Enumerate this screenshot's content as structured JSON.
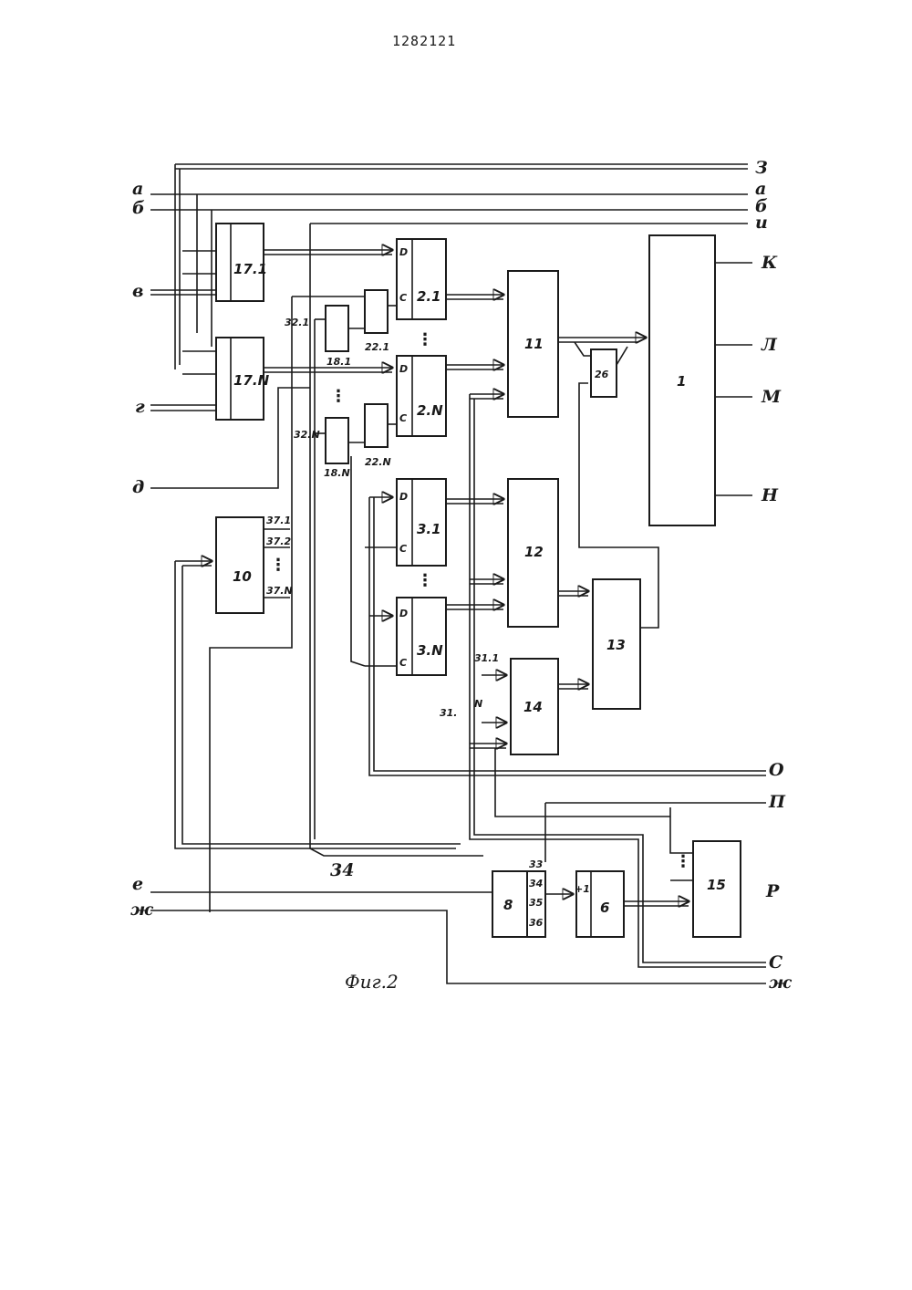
{
  "patent_number": "1282121",
  "caption": "Фиг.2",
  "ellipsis": "⋮",
  "terminals": {
    "z": "З",
    "a": "а",
    "b": "б",
    "v": "в",
    "g": "г",
    "d": "д",
    "e": "е",
    "zh": "ж",
    "i": "и",
    "k": "К",
    "l": "Л",
    "m": "М",
    "n": "Н",
    "o": "О",
    "p": "П",
    "r": "Р",
    "s": "С"
  },
  "blocks": {
    "b1": "1",
    "b6": "6",
    "b6_input": "+1",
    "b8": "8",
    "b10": "10",
    "b11": "11",
    "b12": "12",
    "b13": "13",
    "b14": "14",
    "b15": "15",
    "b26": "26",
    "b17_1": "17.1",
    "b17_n": "17.N",
    "b2_1": "2.1",
    "b2_n": "2.N",
    "b3_1": "3.1",
    "b3_n": "3.N",
    "b18_1": "18.1",
    "b18_n": "18.N",
    "b22_1": "22.1",
    "b22_n": "22.N",
    "pin_d": "D",
    "pin_c": "C"
  },
  "bus_labels": {
    "l31": "31.",
    "l31_1": "31.1",
    "l31_n": "N",
    "l32_1": "32.1",
    "l32_n": "32.N",
    "l33": "33",
    "l34": "34",
    "l35": "35",
    "l36": "36",
    "l37_1": "37.1",
    "l37_2": "37.2",
    "l37_n": "37.N"
  }
}
